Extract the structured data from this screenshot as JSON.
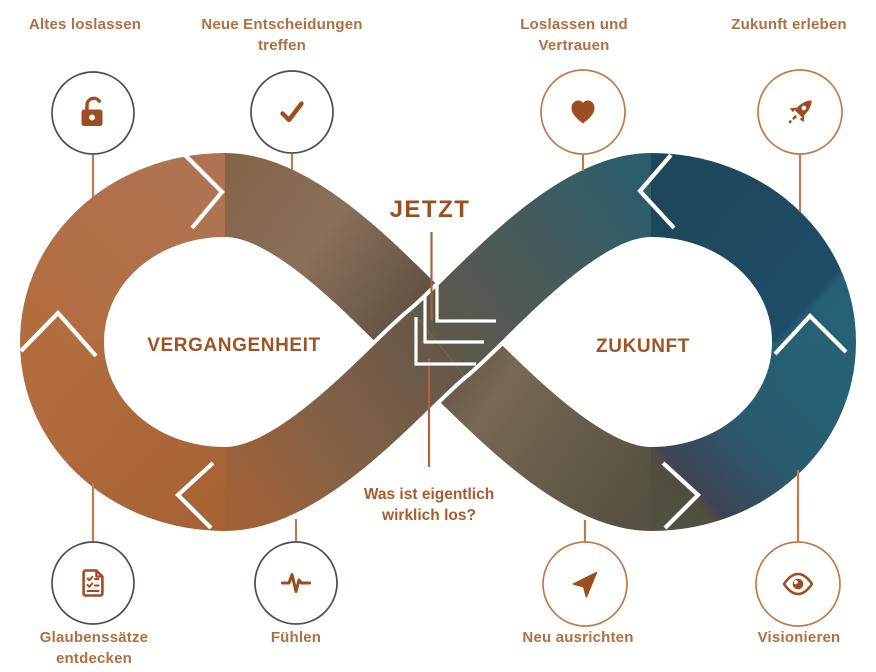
{
  "center": {
    "now": "JETZT",
    "past": "VERGANGENHEIT",
    "future": "ZUKUNFT",
    "question_line1": "Was ist eigentlich",
    "question_line2": "wirklich los?"
  },
  "stations": [
    {
      "label": "Altes loslassen",
      "icon": "open-lock-icon"
    },
    {
      "line1": "Neue Entscheidungen",
      "line2": "treffen",
      "icon": "checkmark-icon"
    },
    {
      "line1": "Loslassen und",
      "line2": "Vertrauen",
      "icon": "heart-icon"
    },
    {
      "label": "Zukunft erleben",
      "icon": "rocket-icon"
    },
    {
      "line1": "Glaubenssätze",
      "line2": "entdecken",
      "icon": "checklist-icon"
    },
    {
      "label": "Fühlen",
      "icon": "heartbeat-icon"
    },
    {
      "label": "Neu ausrichten",
      "icon": "navigation-arrow-icon"
    },
    {
      "label": "Visionieren",
      "icon": "eye-icon"
    }
  ],
  "colors": {
    "background": "#ffffff",
    "copper": "#b26d3f",
    "tan": "#ae7452",
    "brown": "#85654a",
    "dark_brown": "#57493c",
    "olive": "#565142",
    "slate_blue": "#3d4355",
    "teal": "#256173",
    "navy": "#1d4659",
    "rust_icon": "#9b4e22",
    "label_text": "#b16e41",
    "heading_text": "#9d5426",
    "now_text": "#9a4f23",
    "circle_border_left": "#4b4b5e",
    "circle_border_right": "#c1794a",
    "connector_line": "#bc7c4c"
  }
}
